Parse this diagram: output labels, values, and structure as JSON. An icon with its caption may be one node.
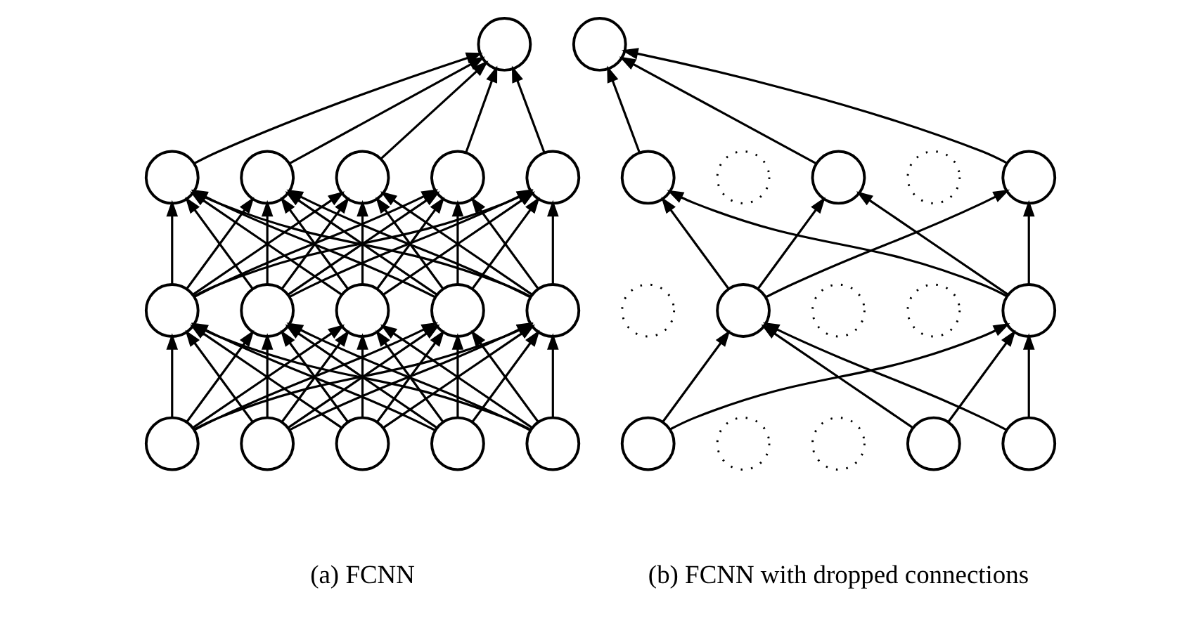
{
  "diagram": {
    "nodes": [
      {
        "text": [],
        "shape": "circle"
      },
      {
        "text": [],
        "shape": "circle"
      },
      {
        "text": [],
        "shape": "circle"
      },
      {
        "text": [],
        "shape": "circle"
      },
      {
        "text": [],
        "shape": "circle"
      },
      {
        "text": [],
        "shape": "circle"
      },
      {
        "text": [],
        "shape": "circle"
      },
      {
        "text": [],
        "shape": "circle"
      },
      {
        "text": [],
        "shape": "circle"
      },
      {
        "text": [],
        "shape": "circle"
      },
      {
        "text": [],
        "shape": "circle"
      },
      {
        "text": [],
        "shape": "circle"
      },
      {
        "text": [],
        "shape": "circle"
      },
      {
        "text": [],
        "shape": "circle"
      },
      {
        "text": [],
        "shape": "circle"
      },
      {
        "text": [],
        "shape": "circle"
      },
      {
        "text": [],
        "shape": "circle"
      },
      {
        "text": [],
        "shape": "circle"
      },
      {
        "text": [],
        "shape": "cross"
      },
      {
        "text": [],
        "shape": "circle"
      },
      {
        "text": [],
        "shape": "cross"
      },
      {
        "text": [],
        "shape": "circle"
      },
      {
        "text": [],
        "shape": "cross"
      },
      {
        "text": [],
        "shape": "circle"
      },
      {
        "text": [],
        "shape": "cross"
      },
      {
        "text": [],
        "shape": "cross"
      },
      {
        "text": [],
        "shape": "circle"
      },
      {
        "text": [],
        "shape": "circle"
      },
      {
        "text": [],
        "shape": "cross"
      },
      {
        "text": [],
        "shape": "cross"
      },
      {
        "text": [],
        "shape": "circle"
      },
      {
        "text": [],
        "shape": "circle"
      }
    ],
    "edges": [
      {
        "from": 1,
        "to": 0,
        "arrow": "to"
      },
      {
        "from": 2,
        "to": 0,
        "arrow": "to"
      },
      {
        "from": 3,
        "to": 0,
        "arrow": "to"
      },
      {
        "from": 4,
        "to": 0,
        "arrow": "to"
      },
      {
        "from": 5,
        "to": 0,
        "arrow": "to"
      },
      {
        "from": 6,
        "to": 1,
        "arrow": "to"
      },
      {
        "from": 6,
        "to": 2,
        "arrow": "to"
      },
      {
        "from": 6,
        "to": 3,
        "arrow": "to"
      },
      {
        "from": 6,
        "to": 4,
        "arrow": "to"
      },
      {
        "from": 6,
        "to": 5,
        "arrow": "to"
      },
      {
        "from": 7,
        "to": 1,
        "arrow": "to"
      },
      {
        "from": 7,
        "to": 2,
        "arrow": "to"
      },
      {
        "from": 7,
        "to": 3,
        "arrow": "to"
      },
      {
        "from": 7,
        "to": 4,
        "arrow": "to"
      },
      {
        "from": 7,
        "to": 5,
        "arrow": "to"
      },
      {
        "from": 8,
        "to": 1,
        "arrow": "to"
      },
      {
        "from": 8,
        "to": 2,
        "arrow": "to"
      },
      {
        "from": 8,
        "to": 3,
        "arrow": "to"
      },
      {
        "from": 8,
        "to": 4,
        "arrow": "to"
      },
      {
        "from": 8,
        "to": 5,
        "arrow": "to"
      },
      {
        "from": 9,
        "to": 1,
        "arrow": "to"
      },
      {
        "from": 9,
        "to": 2,
        "arrow": "to"
      },
      {
        "from": 9,
        "to": 3,
        "arrow": "to"
      },
      {
        "from": 9,
        "to": 4,
        "arrow": "to"
      },
      {
        "from": 9,
        "to": 5,
        "arrow": "to"
      },
      {
        "from": 10,
        "to": 1,
        "arrow": "to"
      },
      {
        "from": 10,
        "to": 2,
        "arrow": "to"
      },
      {
        "from": 10,
        "to": 3,
        "arrow": "to"
      },
      {
        "from": 10,
        "to": 4,
        "arrow": "to"
      },
      {
        "from": 10,
        "to": 5,
        "arrow": "to"
      },
      {
        "from": 11,
        "to": 6,
        "arrow": "to"
      },
      {
        "from": 11,
        "to": 7,
        "arrow": "to"
      },
      {
        "from": 11,
        "to": 8,
        "arrow": "to"
      },
      {
        "from": 11,
        "to": 9,
        "arrow": "to"
      },
      {
        "from": 11,
        "to": 10,
        "arrow": "to"
      },
      {
        "from": 12,
        "to": 6,
        "arrow": "to"
      },
      {
        "from": 12,
        "to": 7,
        "arrow": "to"
      },
      {
        "from": 12,
        "to": 8,
        "arrow": "to"
      },
      {
        "from": 12,
        "to": 9,
        "arrow": "to"
      },
      {
        "from": 12,
        "to": 10,
        "arrow": "to"
      },
      {
        "from": 13,
        "to": 6,
        "arrow": "to"
      },
      {
        "from": 13,
        "to": 7,
        "arrow": "to"
      },
      {
        "from": 13,
        "to": 8,
        "arrow": "to"
      },
      {
        "from": 13,
        "to": 9,
        "arrow": "to"
      },
      {
        "from": 13,
        "to": 10,
        "arrow": "to"
      },
      {
        "from": 14,
        "to": 6,
        "arrow": "to"
      },
      {
        "from": 14,
        "to": 7,
        "arrow": "to"
      },
      {
        "from": 14,
        "to": 8,
        "arrow": "to"
      },
      {
        "from": 14,
        "to": 9,
        "arrow": "to"
      },
      {
        "from": 14,
        "to": 10,
        "arrow": "to"
      },
      {
        "from": 15,
        "to": 6,
        "arrow": "to"
      },
      {
        "from": 15,
        "to": 7,
        "arrow": "to"
      },
      {
        "from": 15,
        "to": 8,
        "arrow": "to"
      },
      {
        "from": 15,
        "to": 9,
        "arrow": "to"
      },
      {
        "from": 15,
        "to": 10,
        "arrow": "to"
      },
      {
        "from": 17,
        "to": 16,
        "arrow": "to"
      },
      {
        "from": 19,
        "to": 16,
        "arrow": "to"
      },
      {
        "from": 21,
        "to": 16,
        "arrow": "to"
      },
      {
        "from": 23,
        "to": 17,
        "arrow": "to"
      },
      {
        "from": 23,
        "to": 19,
        "arrow": "to"
      },
      {
        "from": 23,
        "to": 21,
        "arrow": "to"
      },
      {
        "from": 26,
        "to": 17,
        "arrow": "to"
      },
      {
        "from": 26,
        "to": 19,
        "arrow": "to"
      },
      {
        "from": 26,
        "to": 21,
        "arrow": "to"
      },
      {
        "from": 27,
        "to": 23,
        "arrow": "to"
      },
      {
        "from": 27,
        "to": 26,
        "arrow": "to"
      },
      {
        "from": 30,
        "to": 23,
        "arrow": "to"
      },
      {
        "from": 30,
        "to": 26,
        "arrow": "to"
      },
      {
        "from": 31,
        "to": 23,
        "arrow": "to"
      },
      {
        "from": 31,
        "to": 26,
        "arrow": "to"
      }
    ],
    "labels": [
      "(a) FCNN",
      "(b) FCNN with dropped connections"
    ]
  }
}
